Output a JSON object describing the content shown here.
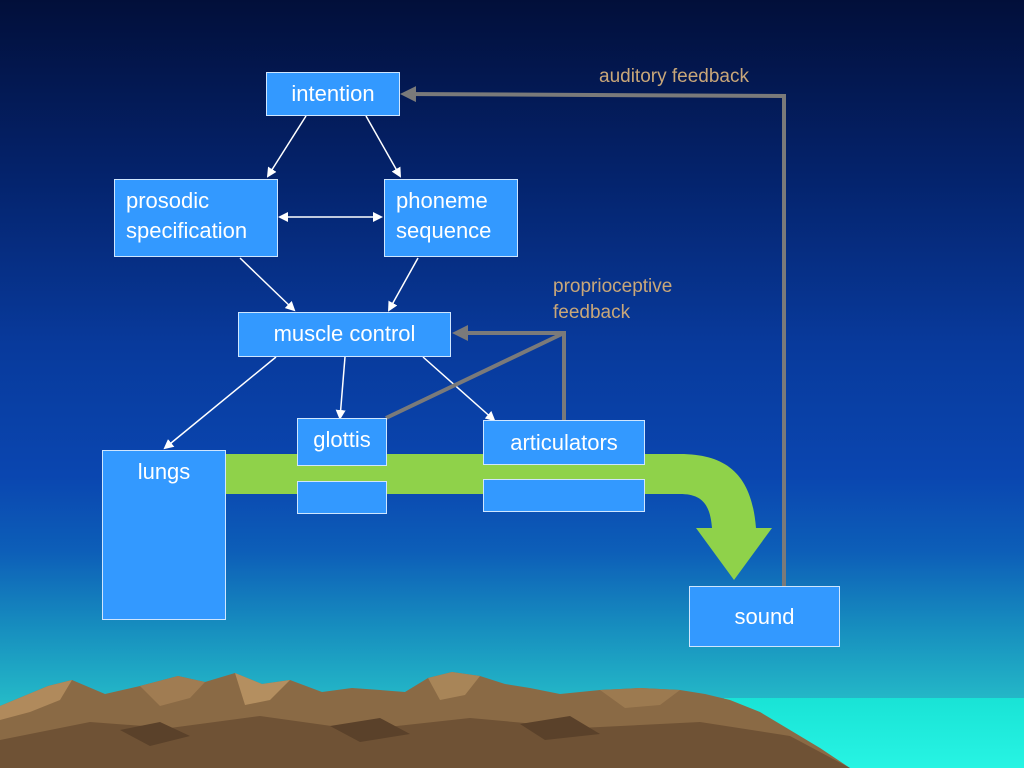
{
  "nodes": {
    "intention": "intention",
    "prosodic_line1": "prosodic",
    "prosodic_line2": "specification",
    "phoneme_line1": "phoneme",
    "phoneme_line2": "sequence",
    "muscle_control": "muscle control",
    "glottis": "glottis",
    "articulators": "articulators",
    "lungs": "lungs",
    "sound": "sound"
  },
  "labels": {
    "auditory_feedback": "auditory feedback",
    "proprioceptive_line1": "proprioceptive",
    "proprioceptive_line2": "feedback"
  },
  "colors": {
    "box_fill": "#3399ff",
    "box_border": "#cfe6ff",
    "airflow": "#8fd24a",
    "feedback_line": "#7a7a7a",
    "label_text": "#c9a779",
    "arrow_white": "#ffffff"
  }
}
